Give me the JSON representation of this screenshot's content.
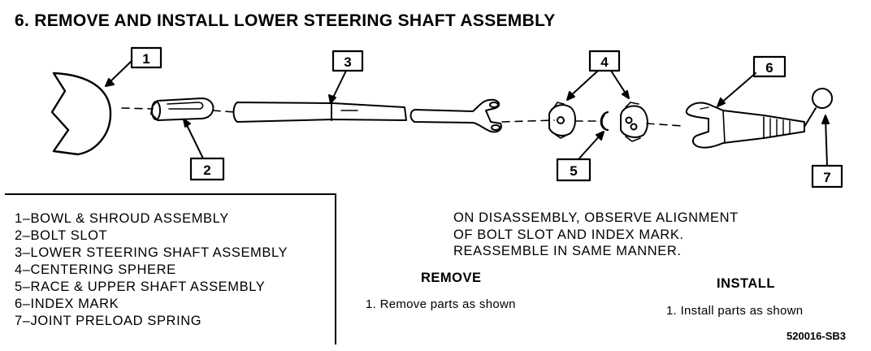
{
  "title": "6.  REMOVE AND INSTALL LOWER STEERING SHAFT ASSEMBLY",
  "callouts": [
    "1",
    "2",
    "3",
    "4",
    "5",
    "6",
    "7"
  ],
  "legend": [
    "1–BOWL & SHROUD ASSEMBLY",
    "2–BOLT SLOT",
    "3–LOWER STEERING SHAFT ASSEMBLY",
    "4–CENTERING SPHERE",
    "5–RACE & UPPER SHAFT ASSEMBLY",
    "6–INDEX MARK",
    "7–JOINT PRELOAD SPRING"
  ],
  "note": [
    "ON DISASSEMBLY, OBSERVE ALIGNMENT",
    "OF BOLT SLOT AND INDEX MARK.",
    "REASSEMBLE IN SAME MANNER."
  ],
  "remove": {
    "heading": "REMOVE",
    "step": "1.  Remove parts as shown"
  },
  "install": {
    "heading": "INSTALL",
    "step": "1.  Install parts as shown"
  },
  "figure_code": "520016-SB3"
}
